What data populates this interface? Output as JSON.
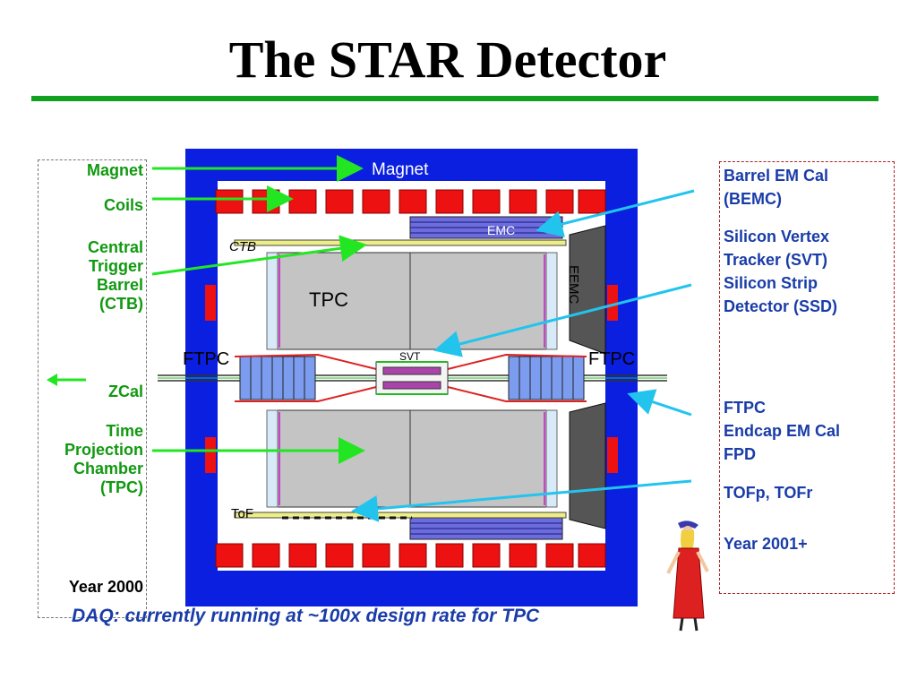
{
  "title": "The STAR Detector",
  "colors": {
    "green_label": "#119911",
    "blue_label": "#1a3ca8",
    "rule": "#11a020",
    "magnet_blue": "#0a1fe0",
    "coil_red": "#ee1111",
    "tpc_gray": "#c4c4c4",
    "arrow_green": "#22e622",
    "arrow_cyan": "#22c4ee"
  },
  "left_labels": {
    "magnet": "Magnet",
    "coils": "Coils",
    "ctb": [
      "Central",
      "Trigger",
      "Barrel",
      "(CTB)"
    ],
    "zcal": "ZCal",
    "tpc": [
      "Time",
      "Projection",
      "Chamber",
      "(TPC)"
    ]
  },
  "right_labels": {
    "bemc": [
      "Barrel EM Cal",
      "(BEMC)"
    ],
    "svt": [
      "Silicon Vertex",
      "Tracker (SVT)",
      "Silicon Strip",
      "Detector (SSD)"
    ],
    "upgrades": [
      "FTPC",
      "Endcap EM Cal",
      "FPD"
    ],
    "tof": "TOFp, TOFr",
    "year": "Year 2001+"
  },
  "year_2000": "Year 2000",
  "daq_note": "DAQ:  currently running at ~100x design rate for TPC",
  "diagram_labels": {
    "magnet": "Magnet",
    "emc": "EMC",
    "ctb": "CTB",
    "tpc": "TPC",
    "eemc": "EEMC",
    "ftpc_left": "FTPC",
    "ftpc_right": "FTPC",
    "svt": "SVT",
    "tof": "ToF"
  },
  "icons": [
    "left-arrow-icon",
    "woman-figure-icon"
  ]
}
